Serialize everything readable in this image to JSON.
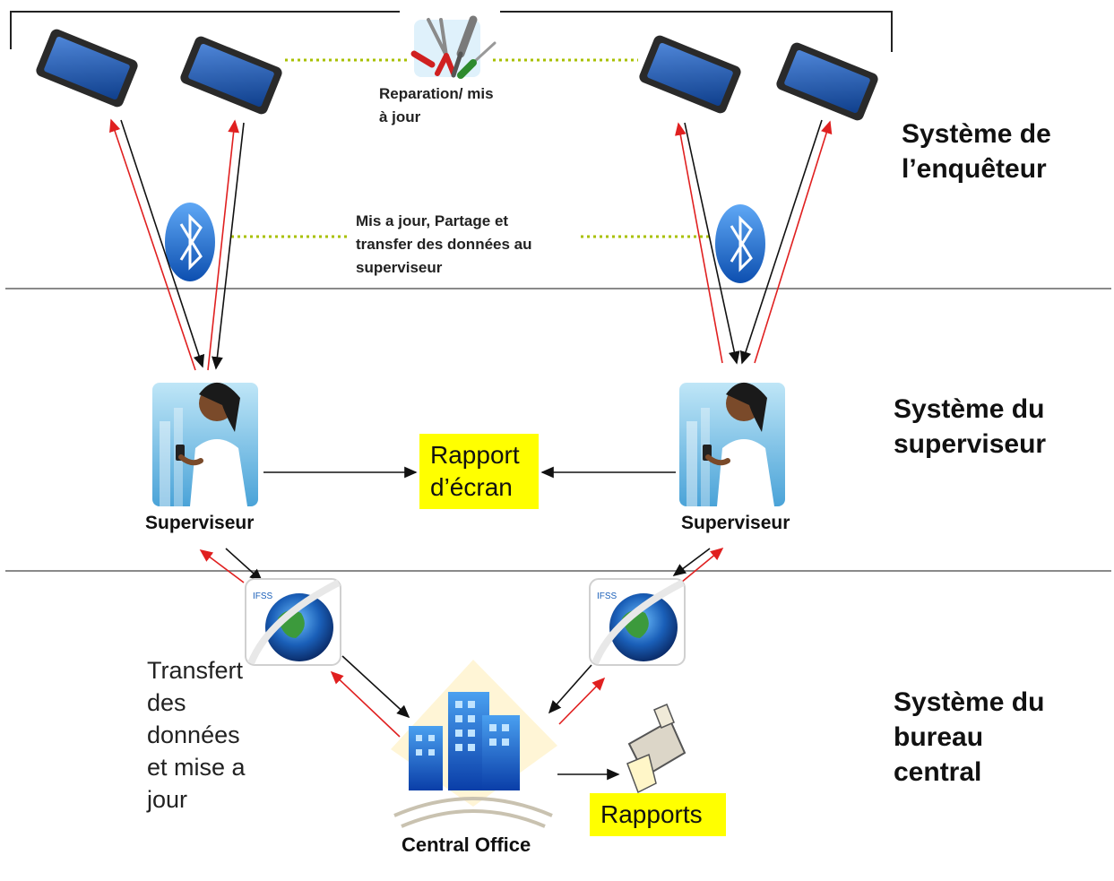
{
  "zones": {
    "enqueteur": "Système de\nl’enquêteur",
    "superviseur": "Système du\nsuperviseur",
    "bureau": "Système du\nbureau\ncentral"
  },
  "labels": {
    "repair": "Reparation/ mis\nà jour",
    "share": "Mis a jour, Partage et\ntransfer des données au\nsuperviseur",
    "supervisor_left": "Superviseur",
    "supervisor_right": "Superviseur",
    "screen_report": "Rapport\nd’écran",
    "transfer": "Transfert\ndes\ndonnées\net mise a\njour",
    "central_office": "Central Office",
    "reports": "Rapports",
    "ifss": "IFSS"
  },
  "colors": {
    "flow_up": "#e02020",
    "flow_down": "#111111",
    "dotted_link": "#a8c000",
    "highlight": "#ffff00",
    "divider": "#8a8a8a",
    "bluetooth": "#1a6fd6"
  },
  "icons": [
    "tablet-icon",
    "tools-icon",
    "bluetooth-icon",
    "supervisor-icon",
    "ifss-globe-icon",
    "building-icon",
    "printer-icon"
  ]
}
